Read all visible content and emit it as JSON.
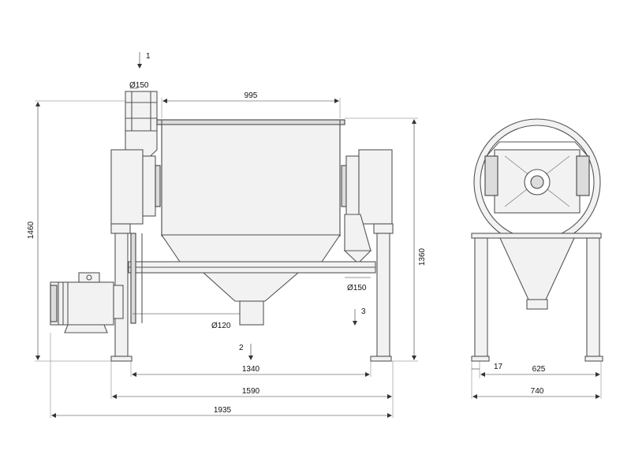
{
  "dimensions": {
    "drum_width": "995",
    "inlet_diameter": "Ø150",
    "side_outlet_diameter": "Ø150",
    "bottom_outlet_diameter": "Ø120",
    "overall_height": "1460",
    "frame_height": "1360",
    "leg_spacing": "1340",
    "frame_length": "1590",
    "overall_length": "1935",
    "side_leg_offset": "17",
    "side_leg_spacing": "625",
    "side_overall_width": "740"
  },
  "flow_markers": {
    "inlet": "1",
    "bottom_outlet": "2",
    "side_outlet": "3"
  },
  "colors": {
    "line": "#555555",
    "fill_light": "#f2f2f2",
    "fill_dark": "#dcdcdc"
  }
}
